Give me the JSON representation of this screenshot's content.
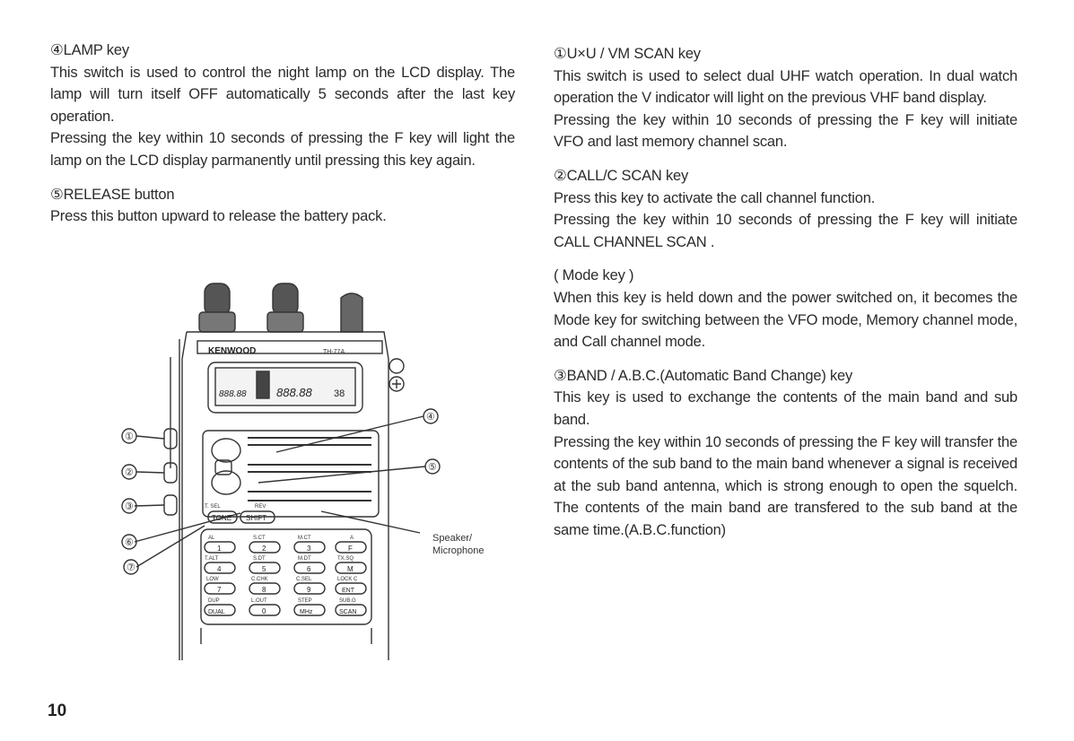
{
  "page_number": "10",
  "left": {
    "lamp_heading": "④LAMP key",
    "lamp_p1": "This switch is used to control the night lamp on the LCD display. The lamp will turn itself OFF automatically 5 seconds after the last key operation.",
    "lamp_p2": "Pressing the key within 10 seconds of pressing the F key will light the lamp on the LCD display parmanently until pressing this key again.",
    "release_heading": "⑤RELEASE button",
    "release_p1": "Press this button upward to release the battery pack."
  },
  "right": {
    "uxu_heading": "①U×U / VM SCAN key",
    "uxu_p1": "This switch is used to select dual UHF watch operation. In dual watch operation the V indicator will light on the previous VHF band display.",
    "uxu_p2": "Pressing the key within 10 seconds of pressing the F key will initiate VFO and last memory channel scan.",
    "call_heading": "②CALL/C SCAN key",
    "call_p1": "Press this key to activate the call channel function.",
    "call_p2": "Pressing the key within 10 seconds of pressing the F key will initiate CALL CHANNEL SCAN .",
    "mode_heading": "( Mode key )",
    "mode_p1": "When this key is held down and the power switched on, it becomes the Mode key for switching between the VFO mode, Memory channel mode, and Call channel mode.",
    "band_heading": "③BAND / A.B.C.(Automatic Band Change) key",
    "band_p1": "This key is used to exchange the contents of the main band and sub band.",
    "band_p2": "Pressing the key within 10 seconds of pressing the F key will transfer the contents of the sub band to the main band whenever a signal is received at the sub band antenna, which is strong enough to open the squelch. The contents of the main band are transfered to the sub band at the same time.(A.B.C.function)"
  },
  "figure": {
    "brand": "KENWOOD",
    "model": "TH-77A",
    "lcd_left": "888.88",
    "lcd_right": "888.88",
    "lcd_channel": "38",
    "callouts": [
      "①",
      "②",
      "③",
      "④",
      "⑤",
      "⑥",
      "⑦"
    ],
    "speaker_label_1": "Speaker/",
    "speaker_label_2": "Microphone",
    "label_tsel": "T. SEL",
    "label_rev": "REV",
    "key_tone": "TONE",
    "key_shift": "SHIFT",
    "row1_labels": [
      "AL",
      "S.CT",
      "M.CT",
      "A"
    ],
    "row1_keys": [
      "1",
      "2",
      "3",
      "F"
    ],
    "row2_labels": [
      "T.ALT",
      "S.DT",
      "M.DT",
      "TX.SQ"
    ],
    "row2_keys": [
      "4",
      "5",
      "6",
      "M"
    ],
    "row3_labels": [
      "LOW",
      "C.CHK",
      "C.SEL",
      "LOCK C"
    ],
    "row3_keys": [
      "7",
      "8",
      "9",
      "ENT"
    ],
    "row4_labels": [
      "DUP",
      "L.OUT",
      "STEP",
      "SUB.G"
    ],
    "row4_keys": [
      "DUAL",
      "0",
      "MHz",
      "SCAN"
    ]
  }
}
